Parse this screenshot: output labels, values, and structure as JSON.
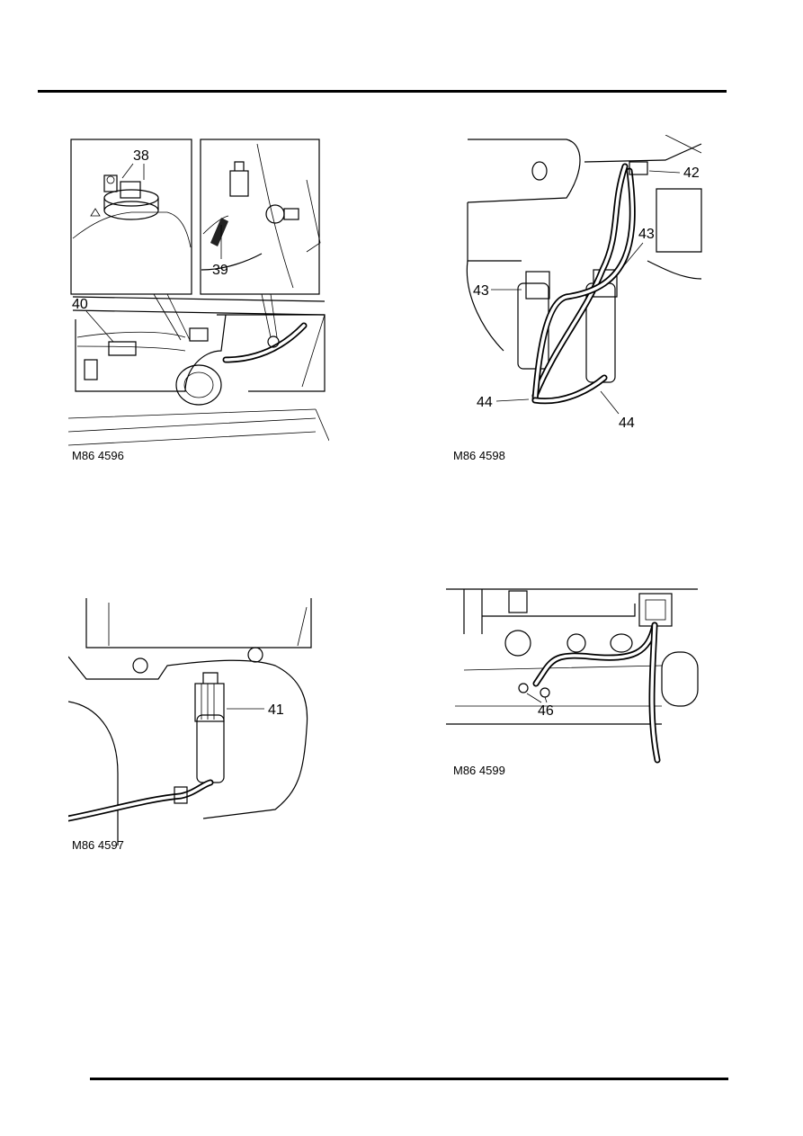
{
  "figures": [
    {
      "id": "M86 4596",
      "caption": "M86 4596",
      "callouts": [
        "38",
        "39",
        "40"
      ]
    },
    {
      "id": "M86 4598",
      "caption": "M86 4598",
      "callouts": [
        "42",
        "43",
        "43",
        "44",
        "44"
      ]
    },
    {
      "id": "M86 4597",
      "caption": "M86 4597",
      "callouts": [
        "41"
      ]
    },
    {
      "id": "M86 4599",
      "caption": "M86 4599",
      "callouts": [
        "46"
      ]
    }
  ]
}
